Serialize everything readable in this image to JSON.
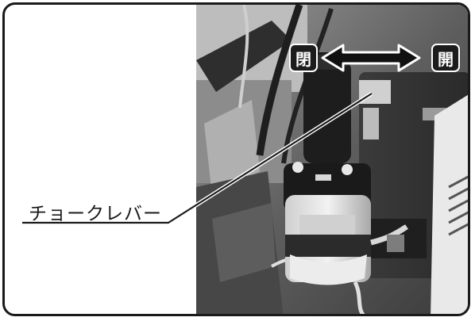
{
  "labels": {
    "close": "閉",
    "open": "開",
    "choke_lever": "チョークレバー"
  },
  "colors": {
    "ink": "#1a1a1a",
    "photo_dark": "#2a2a2a",
    "photo_mid": "#7a7a7a",
    "photo_light": "#d8d8d8"
  }
}
